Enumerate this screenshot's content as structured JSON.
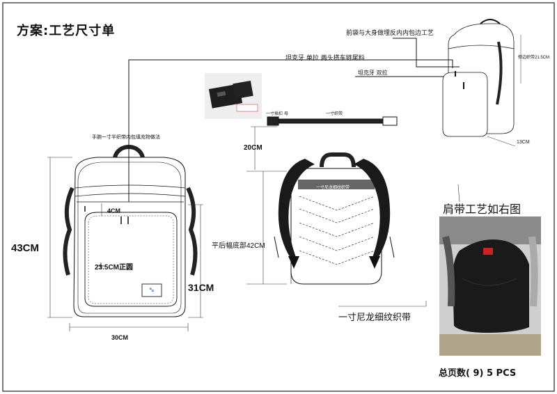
{
  "title": "方案:工艺尺寸单",
  "annotations": {
    "front_pocket_process": "前袋与大身做埋反内内包边工艺",
    "zipper_single": "坦克牙 单拉   两头搭车链尾料",
    "zipper_double": "坦克牙 双拉",
    "handle": "手腕一寸半织带内包填充物做法",
    "buckle": "一寸插扣 母",
    "webbing_top": "一寸织带",
    "webbing_back": "一寸尼龙细纹织带",
    "nylon_webbing": "一寸尼龙细纹织带",
    "strap_title": "肩带工艺如右图",
    "total_pages": "总页数( 9)   5 PCS"
  },
  "dimensions": {
    "height": "43CM",
    "pocket_height": "31CM",
    "width": "30CM",
    "top_gap": "20CM",
    "back_flat": "平后幅底部42CM",
    "pocket_top": "4CM",
    "circle": "23.5CM正圆",
    "back_side": "侧边织带21.5CM",
    "depth": "13CM"
  },
  "colors": {
    "line": "#111111",
    "strap": "#1a1a1a",
    "logo_border": "#333333"
  },
  "icons": [
    "buckle-icon",
    "logo-icon",
    "move-icon"
  ]
}
